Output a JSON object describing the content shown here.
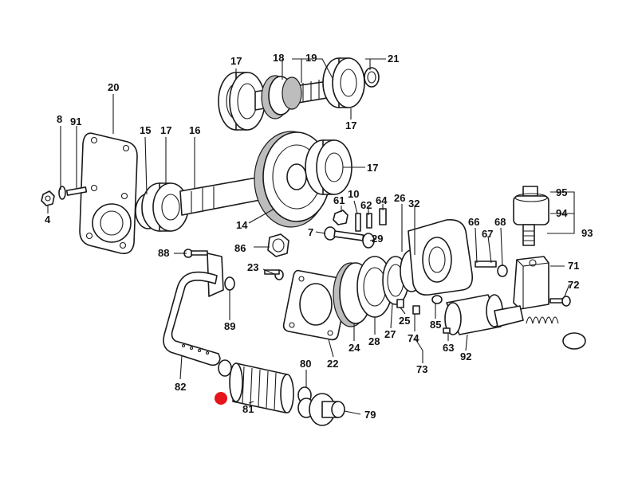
{
  "callouts": [
    {
      "id": "c17a",
      "text": "17"
    },
    {
      "id": "c18",
      "text": "18"
    },
    {
      "id": "c19",
      "text": "19"
    },
    {
      "id": "c21",
      "text": "21"
    },
    {
      "id": "c17b",
      "text": "17"
    },
    {
      "id": "c20",
      "text": "20"
    },
    {
      "id": "c8",
      "text": "8"
    },
    {
      "id": "c91",
      "text": "91"
    },
    {
      "id": "c15",
      "text": "15"
    },
    {
      "id": "c17c",
      "text": "17"
    },
    {
      "id": "c16",
      "text": "16"
    },
    {
      "id": "c17d",
      "text": "17"
    },
    {
      "id": "c4",
      "text": "4"
    },
    {
      "id": "c14",
      "text": "14"
    },
    {
      "id": "c61",
      "text": "61"
    },
    {
      "id": "c10",
      "text": "10"
    },
    {
      "id": "c62",
      "text": "62"
    },
    {
      "id": "c64",
      "text": "64"
    },
    {
      "id": "c26",
      "text": "26"
    },
    {
      "id": "c32",
      "text": "32"
    },
    {
      "id": "c95",
      "text": "95"
    },
    {
      "id": "c94",
      "text": "94"
    },
    {
      "id": "c93",
      "text": "93"
    },
    {
      "id": "c66",
      "text": "66"
    },
    {
      "id": "c68",
      "text": "68"
    },
    {
      "id": "c67",
      "text": "67"
    },
    {
      "id": "c7",
      "text": "7"
    },
    {
      "id": "c29",
      "text": "29"
    },
    {
      "id": "c86",
      "text": "86"
    },
    {
      "id": "c88",
      "text": "88"
    },
    {
      "id": "c71",
      "text": "71"
    },
    {
      "id": "c23",
      "text": "23"
    },
    {
      "id": "c72",
      "text": "72"
    },
    {
      "id": "c89",
      "text": "89"
    },
    {
      "id": "c85",
      "text": "85"
    },
    {
      "id": "c25",
      "text": "25"
    },
    {
      "id": "c27",
      "text": "27"
    },
    {
      "id": "c28",
      "text": "28"
    },
    {
      "id": "c24",
      "text": "24"
    },
    {
      "id": "c74",
      "text": "74"
    },
    {
      "id": "c63",
      "text": "63"
    },
    {
      "id": "c92",
      "text": "92"
    },
    {
      "id": "c22",
      "text": "22"
    },
    {
      "id": "c73",
      "text": "73"
    },
    {
      "id": "c80",
      "text": "80"
    },
    {
      "id": "c82",
      "text": "82"
    },
    {
      "id": "c81",
      "text": "81"
    },
    {
      "id": "c79",
      "text": "79"
    }
  ],
  "highlight_color": "#e8141c"
}
